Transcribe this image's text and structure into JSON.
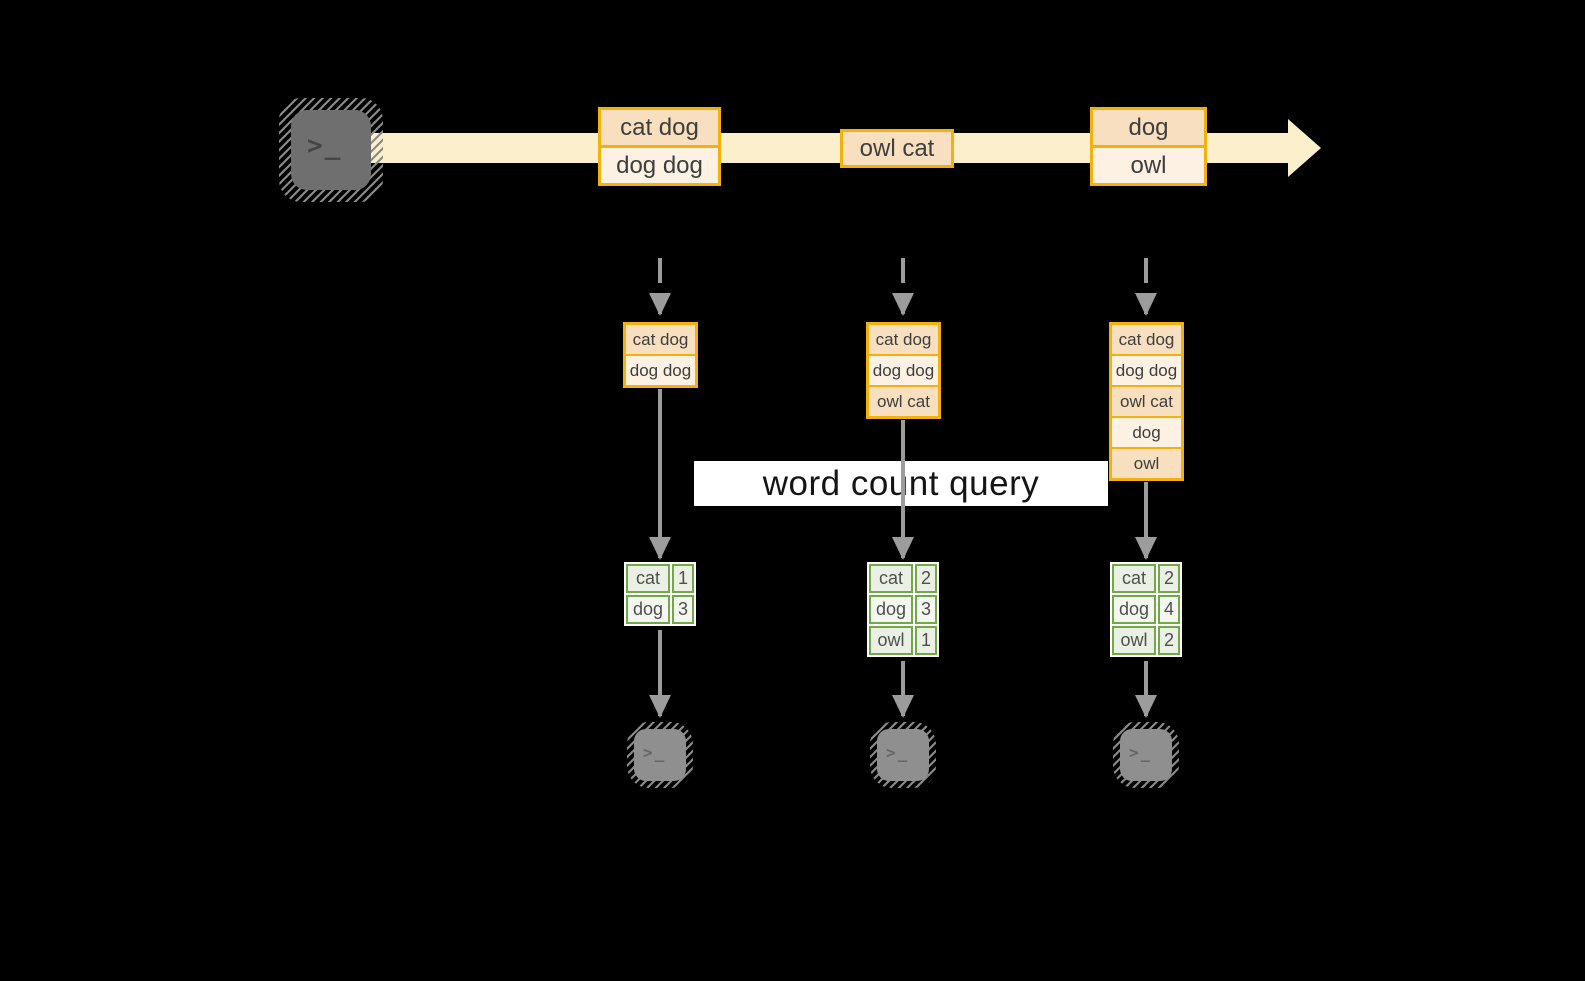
{
  "banner": {
    "label": "word count query"
  },
  "source_icon": {
    "glyph": ">_"
  },
  "sink_icon": {
    "glyph": ">_"
  },
  "stream": {
    "events": [
      {
        "lines": [
          "cat dog",
          "dog dog"
        ]
      },
      {
        "lines": [
          "owl cat"
        ]
      },
      {
        "lines": [
          "dog",
          "owl"
        ]
      }
    ]
  },
  "columns": [
    {
      "state": [
        "cat dog",
        "dog dog"
      ],
      "counts": [
        {
          "word": "cat",
          "value": "1"
        },
        {
          "word": "dog",
          "value": "3"
        }
      ]
    },
    {
      "state": [
        "cat dog",
        "dog dog",
        "owl cat"
      ],
      "counts": [
        {
          "word": "cat",
          "value": "2"
        },
        {
          "word": "dog",
          "value": "3"
        },
        {
          "word": "owl",
          "value": "1"
        }
      ]
    },
    {
      "state": [
        "cat dog",
        "dog dog",
        "owl cat",
        "dog",
        "owl"
      ],
      "counts": [
        {
          "word": "cat",
          "value": "2"
        },
        {
          "word": "dog",
          "value": "4"
        },
        {
          "word": "owl",
          "value": "2"
        }
      ]
    }
  ],
  "colors": {
    "background": "#000000",
    "stream_band": "#FBF0CB",
    "event_border": "#F2B10E",
    "event_fill_dark": "#F8DFBF",
    "event_fill_light": "#FCF1E2",
    "table_border": "#73A848",
    "table_fill_dark": "#EAF0E3",
    "table_fill_light": "#F3F7EF",
    "arrow_gray": "#9C9C9C",
    "terminal_dark": "#6F6F6F",
    "terminal_light": "#8F8F8F",
    "banner_bg": "#FFFFFF"
  }
}
